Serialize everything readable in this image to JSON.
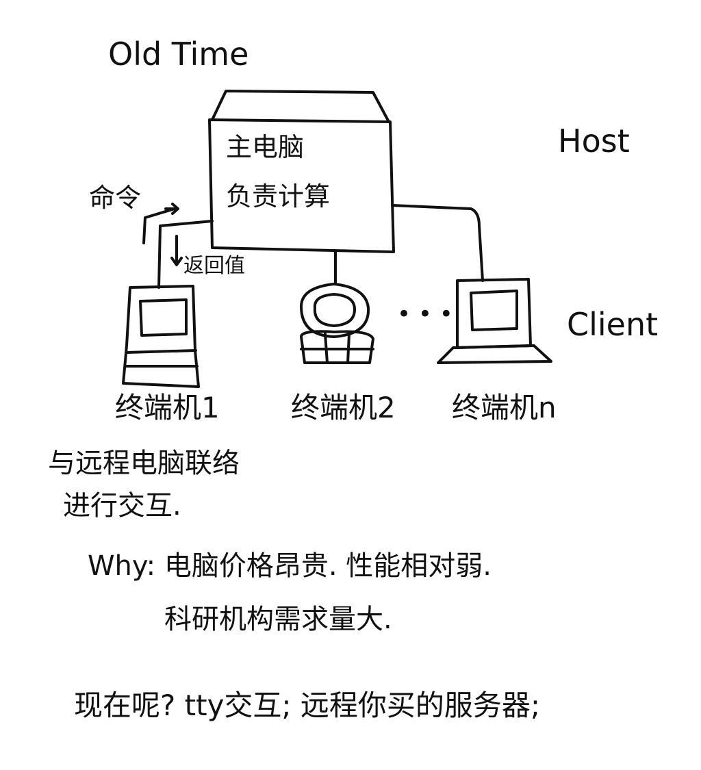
{
  "heading": "Old Time",
  "host": {
    "side_label": "Host",
    "box_line1": "主电脑",
    "box_line2": "负责计算"
  },
  "connection": {
    "command_label": "命令",
    "return_label": "返回值"
  },
  "client_label": "Client",
  "ellipsis": "• • •",
  "terminals": {
    "t1": "终端机1",
    "t2": "终端机2",
    "tn": "终端机n"
  },
  "note": {
    "line1": "与远程电脑联络",
    "line2": "进行交互."
  },
  "why": {
    "line1": "Why: 电脑价格昂贵. 性能相对弱.",
    "line2": "科研机构需求量大."
  },
  "now": "现在呢? tty交互; 远程你买的服务器;",
  "colors": {
    "ink": "#111111",
    "paper": "#ffffff"
  }
}
